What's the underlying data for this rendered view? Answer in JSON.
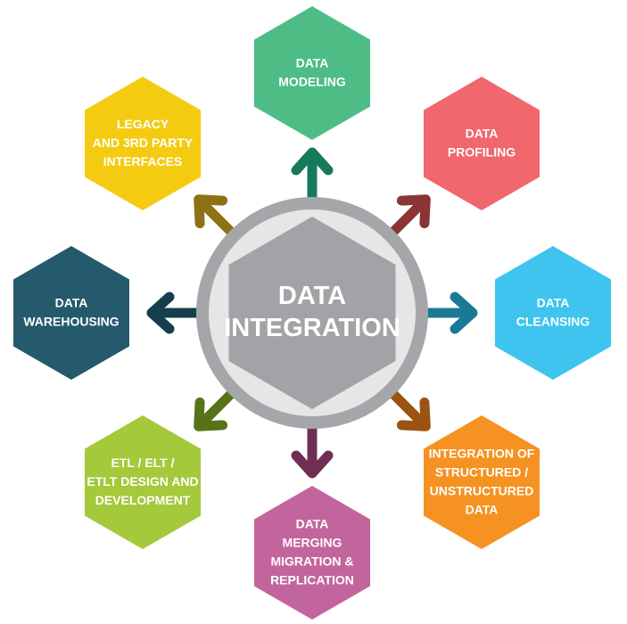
{
  "center": {
    "lines": [
      "DATA",
      "INTEGRATION"
    ],
    "ring_color": "#a5a6a9",
    "disc_color": "#e6e6e7",
    "hex_color": "#a2a3a6"
  },
  "nodes": [
    {
      "id": "data-modeling",
      "lines": [
        "DATA",
        "MODELING"
      ],
      "color": "#4dbd85",
      "arrow_color": "#17795c"
    },
    {
      "id": "data-profiling",
      "lines": [
        "DATA",
        "PROFILING"
      ],
      "color": "#f0676d",
      "arrow_color": "#8a3434"
    },
    {
      "id": "data-cleansing",
      "lines": [
        "DATA",
        "CLEANSING"
      ],
      "color": "#3ec4ee",
      "arrow_color": "#1a7a96"
    },
    {
      "id": "integration-structured",
      "lines": [
        "INTEGRATION OF",
        "STRUCTURED /",
        "UNSTRUCTURED",
        "DATA"
      ],
      "color": "#f59222",
      "arrow_color": "#9a5310"
    },
    {
      "id": "data-merging",
      "lines": [
        "DATA",
        "MERGING",
        "MIGRATION &",
        "REPLICATION"
      ],
      "color": "#c3659d",
      "arrow_color": "#702e55"
    },
    {
      "id": "etl-elt",
      "lines": [
        "ETL / ELT /",
        "ETLT DESIGN AND",
        "DEVELOPMENT"
      ],
      "color": "#a4c93a",
      "arrow_color": "#567417"
    },
    {
      "id": "data-warehousing",
      "lines": [
        "DATA",
        "WAREHOUSING"
      ],
      "color": "#245a6b",
      "arrow_color": "#153f4d"
    },
    {
      "id": "legacy-interfaces",
      "lines": [
        "LEGACY",
        "AND 3RD PARTY",
        "INTERFACES"
      ],
      "color": "#f4cb10",
      "arrow_color": "#8f7115"
    }
  ]
}
